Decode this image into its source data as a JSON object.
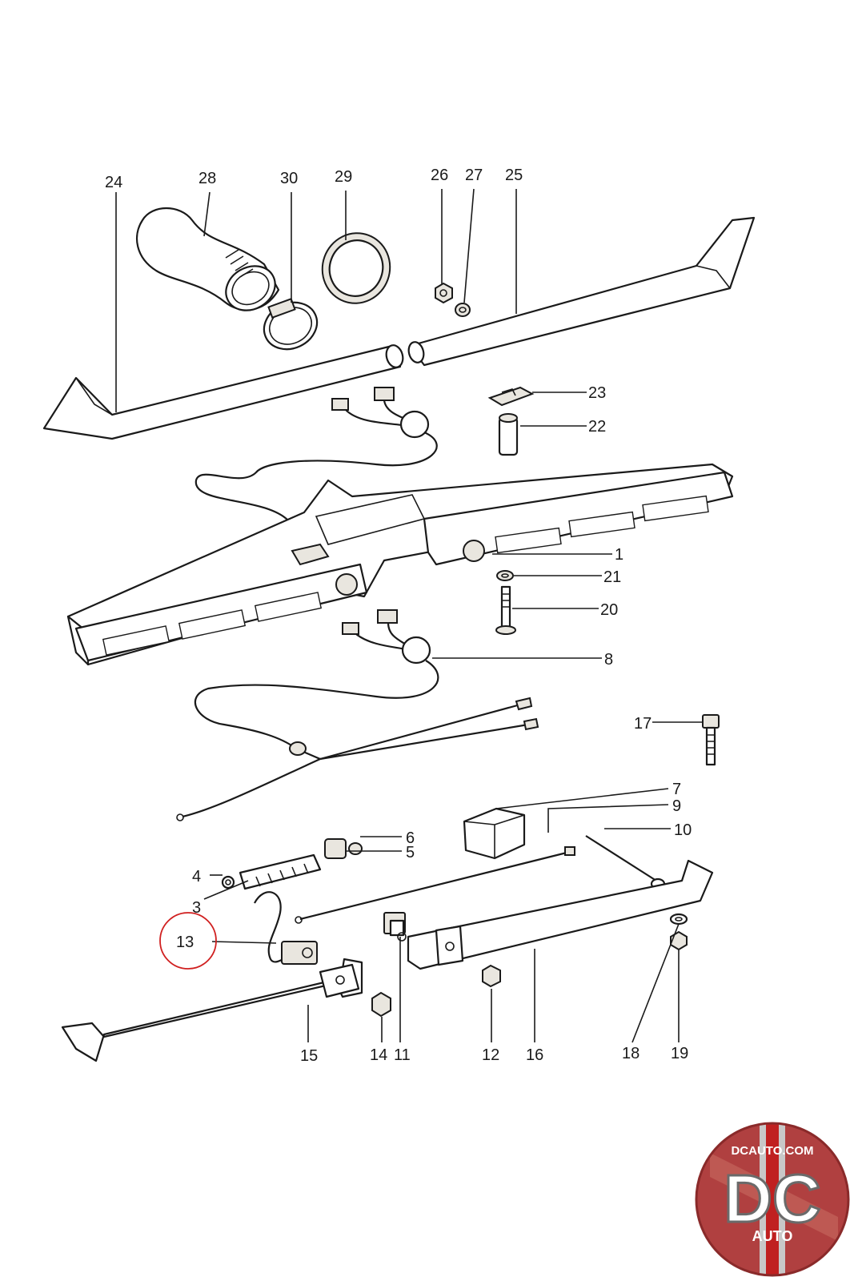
{
  "labels": {
    "l1": "1",
    "l3": "3",
    "l4": "4",
    "l5": "5",
    "l6": "6",
    "l7": "7",
    "l8": "8",
    "l9": "9",
    "l10": "10",
    "l11": "11",
    "l12": "12",
    "l13": "13",
    "l14": "14",
    "l15": "15",
    "l16": "16",
    "l17": "17",
    "l18": "18",
    "l19": "19",
    "l20": "20",
    "l21": "21",
    "l22": "22",
    "l23": "23",
    "l24": "24",
    "l25": "25",
    "l26": "26",
    "l27": "27",
    "l28": "28",
    "l29": "29",
    "l30": "30"
  },
  "highlighted_label": "13",
  "highlight_color": "#d02020",
  "logo": {
    "domain": "DCAUTO.COM",
    "mark": "DC",
    "sub": "AUTO",
    "colors": {
      "badge": "#b04040",
      "stripe": "#c8c8c8",
      "accent": "#c02020"
    }
  }
}
